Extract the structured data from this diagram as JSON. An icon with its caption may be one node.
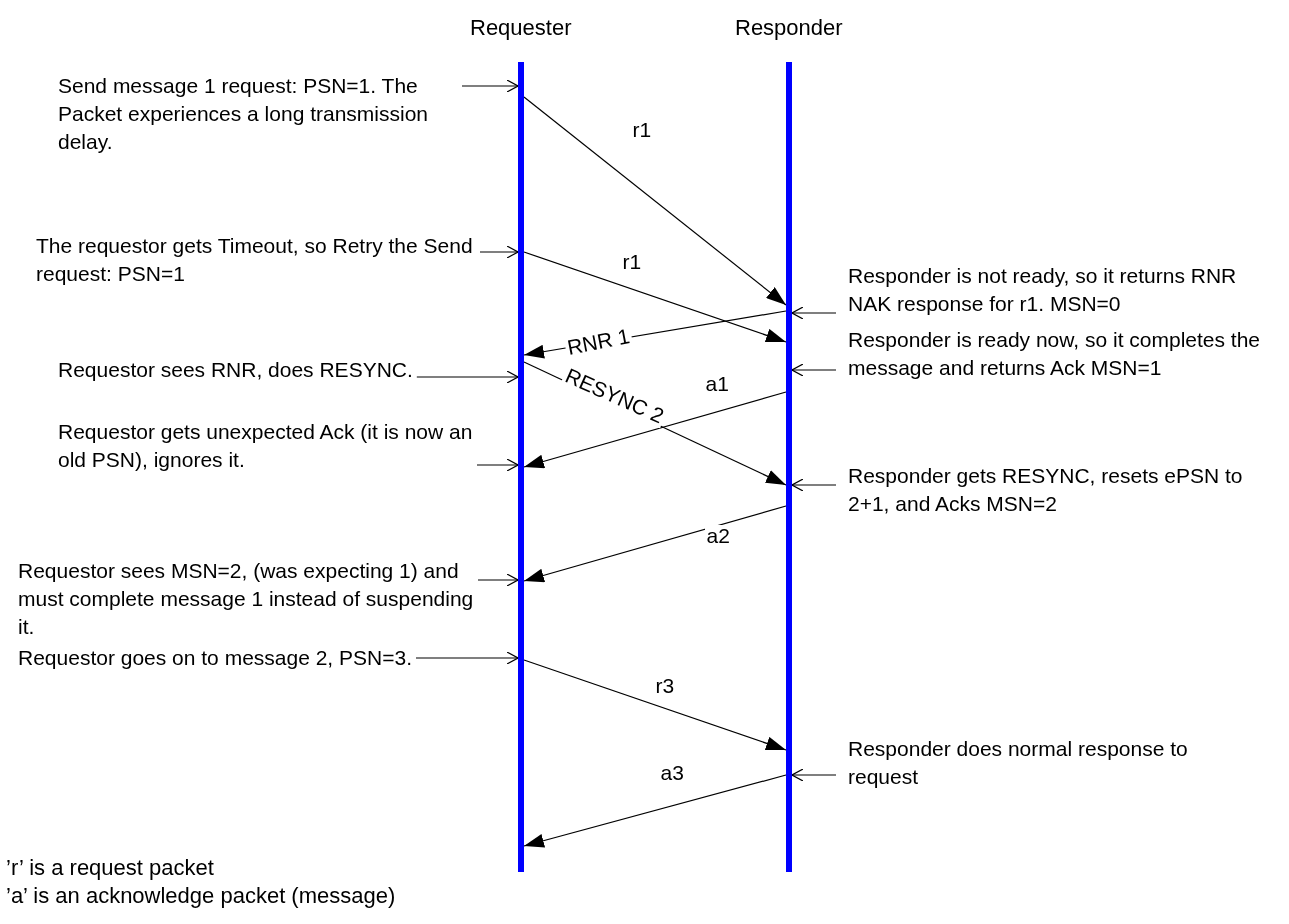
{
  "diagram": {
    "nodes": [
      {
        "text": [],
        "shape": "bar"
      },
      {
        "text": [],
        "shape": "bar"
      },
      {
        "text": [
          "Send message 1 request: PSN=1. The Packet experiences a long transmission delay."
        ]
      },
      {
        "text": [
          "The requestor gets Timeout, so Retry the Send request: PSN=1"
        ]
      },
      {
        "text": [
          "Responder is not ready, so it returns RNR NAK response for r1. MSN=0"
        ]
      },
      {
        "text": [
          "Responder is ready now, so it completes the message and returns Ack MSN=1"
        ]
      },
      {
        "text": [
          "Requestor sees RNR, does RESYNC."
        ]
      },
      {
        "text": [
          "Requestor gets unexpected Ack (it is now an old PSN), ignores it."
        ]
      },
      {
        "text": [
          "Responder gets RESYNC, resets ePSN to 2+1, and Acks MSN=2"
        ]
      },
      {
        "text": [
          "Requestor sees MSN=2, (was expecting 1) and must complete message 1 instead of suspending it."
        ]
      },
      {
        "text": [
          "Requestor goes on to message 2, PSN=3."
        ]
      },
      {
        "text": [
          "Responder does normal response to request"
        ]
      }
    ],
    "edges": [
      {
        "from": 0,
        "to": 1,
        "arrow": "to",
        "label": "r1"
      },
      {
        "from": 0,
        "to": 1,
        "arrow": "to",
        "label": "r1"
      },
      {
        "from": 1,
        "to": 0,
        "arrow": "to",
        "label": "RNR 1"
      },
      {
        "from": 0,
        "to": 1,
        "arrow": "to",
        "label": "RESYNC 2"
      },
      {
        "from": 1,
        "to": 0,
        "arrow": "to",
        "label": "a1"
      },
      {
        "from": 1,
        "to": 0,
        "arrow": "to",
        "label": "a2"
      },
      {
        "from": 0,
        "to": 1,
        "arrow": "to",
        "label": "r3"
      },
      {
        "from": 1,
        "to": 0,
        "arrow": "to",
        "label": "a3"
      },
      {
        "from": 2,
        "to": 0,
        "arrow": "to"
      },
      {
        "from": 3,
        "to": 0,
        "arrow": "to"
      },
      {
        "from": 4,
        "to": 1,
        "arrow": "to"
      },
      {
        "from": 5,
        "to": 1,
        "arrow": "to"
      },
      {
        "from": 6,
        "to": 0,
        "arrow": "to"
      },
      {
        "from": 7,
        "to": 0,
        "arrow": "to"
      },
      {
        "from": 8,
        "to": 1,
        "arrow": "to"
      },
      {
        "from": 9,
        "to": 0,
        "arrow": "to"
      },
      {
        "from": 10,
        "to": 0,
        "arrow": "to"
      },
      {
        "from": 11,
        "to": 1,
        "arrow": "to"
      }
    ],
    "labels": [
      "Requester",
      "Responder",
      "’r’ is a request packet",
      "’a’ is an acknowledge packet (message)"
    ]
  }
}
